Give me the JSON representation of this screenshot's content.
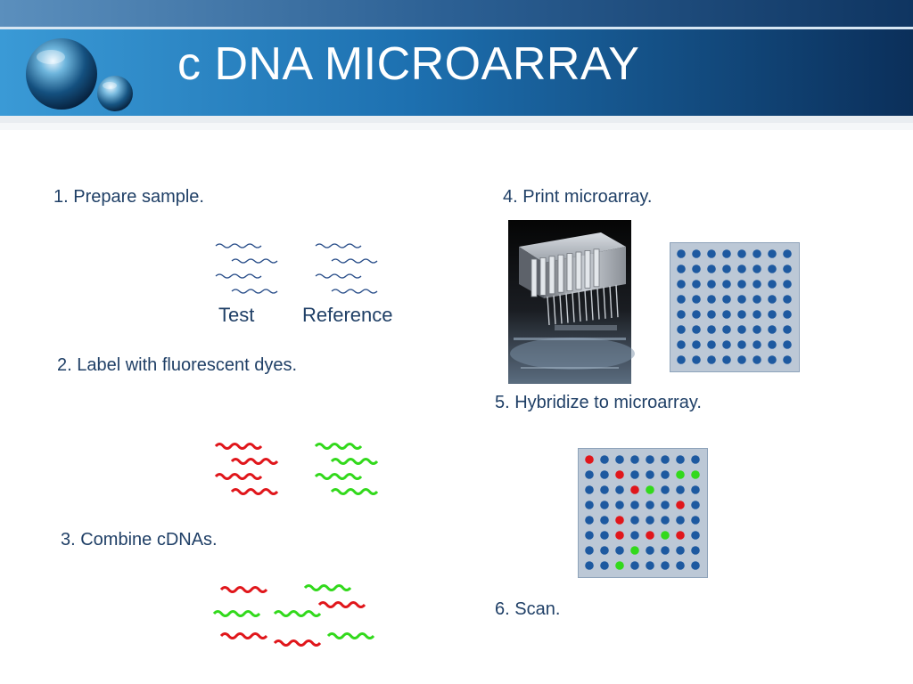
{
  "slide": {
    "title": "c DNA MICROARRAY"
  },
  "steps": [
    "1. Prepare sample.",
    "2. Label with fluorescent dyes.",
    "3. Combine cDNAs.",
    "4. Print microarray.",
    "5. Hybridize to microarray.",
    "6. Scan."
  ],
  "samples": {
    "test_label": "Test",
    "reference_label": "Reference"
  },
  "colors": {
    "header_blue": "#1f6fae",
    "header_dark": "#0d2f55",
    "text": "#1f3f66",
    "dna_unlabeled": "#2a4f8a",
    "dye_test": "#e0161b",
    "dye_reference": "#32d91c",
    "spot_unbound": "#1d59a0",
    "array_bg": "#bcc8d6"
  },
  "printed_array": {
    "rows": 8,
    "cols": 8
  },
  "hybridized_array": {
    "rows": 8,
    "cols": 8,
    "red_spots": [
      [
        0,
        0
      ],
      [
        1,
        2
      ],
      [
        2,
        3
      ],
      [
        3,
        6
      ],
      [
        4,
        2
      ],
      [
        5,
        2
      ],
      [
        5,
        4
      ],
      [
        5,
        6
      ]
    ],
    "green_spots": [
      [
        1,
        6
      ],
      [
        1,
        7
      ],
      [
        2,
        4
      ],
      [
        5,
        5
      ],
      [
        6,
        3
      ],
      [
        7,
        2
      ]
    ]
  }
}
